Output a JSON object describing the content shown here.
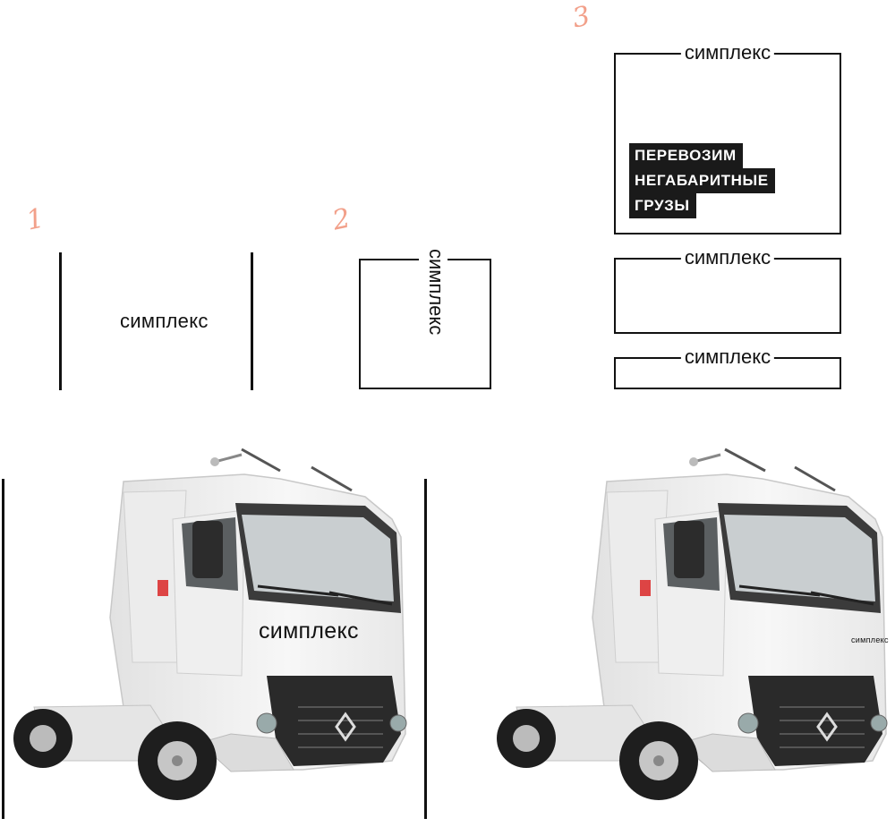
{
  "brand_name": "симплекс",
  "sketch_numbers": [
    "1",
    "2",
    "3"
  ],
  "headline_lines": [
    "ПЕРЕВОЗИМ",
    "НЕГАБАРИТНЫЕ",
    "ГРУЗЫ"
  ],
  "truck_cab_text": "симплекс",
  "truck_small_badge_text": "симплекс",
  "colors": {
    "ink": "#111111",
    "sketch_accent": "#f2a08a",
    "badge_bg": "#1a1a1a",
    "badge_text": "#ffffff",
    "truck_body": "#f4f4f4",
    "truck_dark": "#2a2a2a"
  },
  "icons": [
    "truck-illustration",
    "renault-logo-icon"
  ]
}
